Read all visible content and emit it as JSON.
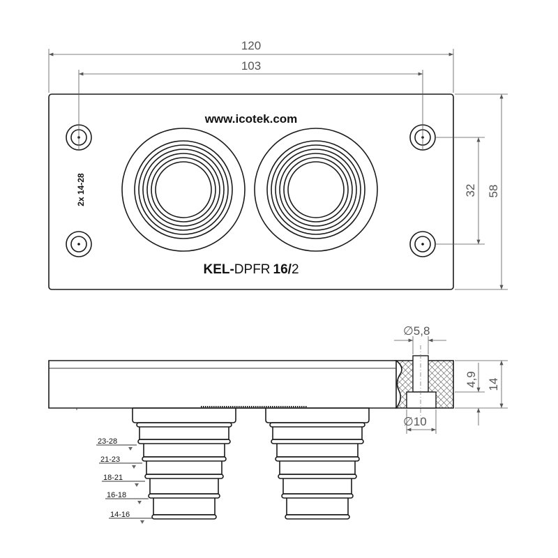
{
  "front_view": {
    "website": "www.icotek.com",
    "side_label": "2x 14-28",
    "model_prefix": "KEL-",
    "model_name": "DPFR",
    "model_size": "16/",
    "model_count": "2"
  },
  "dimensions": {
    "overall_width": "120",
    "hole_spacing": "103",
    "hole_vertical_spacing": "32",
    "overall_height": "58",
    "thickness": "14",
    "bore_depth": "4,9",
    "bore_diameter": "∅5,8",
    "counterbore_diameter": "∅10"
  },
  "side_view": {
    "cable_ranges": [
      "23-28",
      "21-23",
      "18-21",
      "16-18",
      "14-16"
    ]
  },
  "colors": {
    "line": "#1a1a1a",
    "dimension": "#555555",
    "hatch": "#444444"
  }
}
